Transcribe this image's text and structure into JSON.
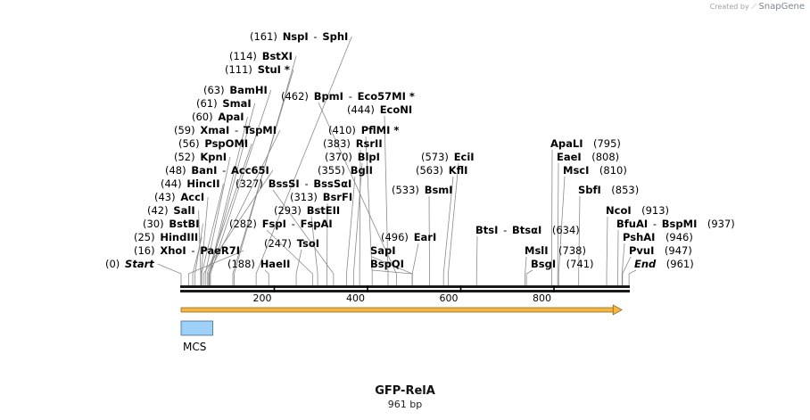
{
  "credit": {
    "prefix": "Created by",
    "brand": "SnapGene"
  },
  "plasmid": {
    "name": "GFP-RelA",
    "length_label": "961 bp",
    "length": 961
  },
  "ruler": {
    "ticks": [
      200,
      400,
      600,
      800
    ]
  },
  "features": [
    {
      "name": "MCS",
      "start": 0,
      "end": 68,
      "color": "#9fd0f7"
    }
  ],
  "orf": {
    "start": 0,
    "end": 942,
    "color": "#f5b642"
  },
  "sites": [
    {
      "pos": "(0)",
      "name": "Start",
      "special": true,
      "bp": 0
    },
    {
      "pos": "(16)",
      "name": "XhoI",
      "iso": "PaeR7I",
      "bp": 16
    },
    {
      "pos": "(25)",
      "name": "HindIII",
      "bp": 25
    },
    {
      "pos": "(30)",
      "name": "BstBI",
      "bp": 30
    },
    {
      "pos": "(42)",
      "name": "SalI",
      "bp": 42
    },
    {
      "pos": "(43)",
      "name": "AccI",
      "bp": 43
    },
    {
      "pos": "(44)",
      "name": "HincII",
      "bp": 44
    },
    {
      "pos": "(48)",
      "name": "BanI",
      "iso": "Acc65I",
      "bp": 48
    },
    {
      "pos": "(52)",
      "name": "KpnI",
      "bp": 52
    },
    {
      "pos": "(56)",
      "name": "PspOMI",
      "bp": 56
    },
    {
      "pos": "(59)",
      "name": "XmaI",
      "iso": "TspMI",
      "bp": 59
    },
    {
      "pos": "(60)",
      "name": "ApaI",
      "bp": 60
    },
    {
      "pos": "(61)",
      "name": "SmaI",
      "bp": 61
    },
    {
      "pos": "(63)",
      "name": "BamHI",
      "bp": 63
    },
    {
      "pos": "(111)",
      "name": "StuI *",
      "bp": 111
    },
    {
      "pos": "(114)",
      "name": "BstXI",
      "bp": 114
    },
    {
      "pos": "(161)",
      "name": "NspI",
      "iso": "SphI",
      "bp": 161
    },
    {
      "pos": "(188)",
      "name": "HaeII",
      "bp": 188
    },
    {
      "pos": "(247)",
      "name": "TsoI",
      "bp": 247
    },
    {
      "pos": "(282)",
      "name": "FspI",
      "iso": "FspAI",
      "bp": 282
    },
    {
      "pos": "(293)",
      "name": "BstEII",
      "bp": 293
    },
    {
      "pos": "(313)",
      "name": "BsrFI",
      "bp": 313
    },
    {
      "pos": "(327)",
      "name": "BssSI",
      "iso": "BssSαI",
      "bp": 327
    },
    {
      "pos": "(355)",
      "name": "BglI",
      "bp": 355
    },
    {
      "pos": "(370)",
      "name": "BlpI",
      "bp": 370
    },
    {
      "pos": "(383)",
      "name": "RsrII",
      "bp": 383
    },
    {
      "pos": "(410)",
      "name": "PflMI *",
      "bp": 410
    },
    {
      "pos": "(444)",
      "name": "EcoNI",
      "bp": 444
    },
    {
      "pos": "(462)",
      "name": "BpmI",
      "iso": "Eco57MI *",
      "bp": 462
    },
    {
      "pos": "(496)",
      "name": "EarI",
      "bp": 496
    },
    {
      "name": "SapI",
      "bp": 496
    },
    {
      "name": "BspQI",
      "bp": 496
    },
    {
      "pos": "(533)",
      "name": "BsmI",
      "bp": 533
    },
    {
      "pos": "(563)",
      "name": "KflI",
      "bp": 563
    },
    {
      "pos": "(573)",
      "name": "EciI",
      "bp": 573
    },
    {
      "name": "BtsI",
      "iso": "BtsαI",
      "pos_after": "(634)",
      "bp": 634
    },
    {
      "name": "MslI",
      "pos_after": "(738)",
      "bp": 738
    },
    {
      "name": "BsgI",
      "pos_after": "(741)",
      "bp": 741
    },
    {
      "name": "ApaLI",
      "pos_after": "(795)",
      "bp": 795
    },
    {
      "name": "EaeI",
      "pos_after": "(808)",
      "bp": 808
    },
    {
      "name": "MscI",
      "pos_after": "(810)",
      "bp": 810
    },
    {
      "name": "SbfI",
      "pos_after": "(853)",
      "bp": 853
    },
    {
      "name": "NcoI",
      "pos_after": "(913)",
      "bp": 913
    },
    {
      "name": "BfuAI",
      "iso": "BspMI",
      "pos_after": "(937)",
      "bp": 937
    },
    {
      "name": "PshAI",
      "pos_after": "(946)",
      "bp": 946
    },
    {
      "name": "PvuI",
      "pos_after": "(947)",
      "bp": 947
    },
    {
      "name": "End",
      "special": true,
      "pos_after": "(961)",
      "bp": 961
    }
  ]
}
